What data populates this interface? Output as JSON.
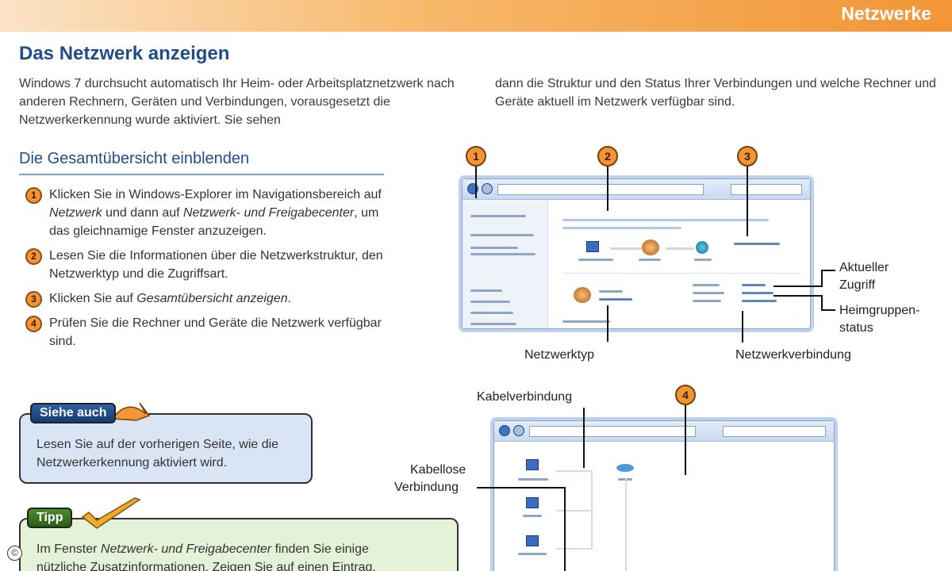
{
  "header": {
    "title": "Netzwerke"
  },
  "article": {
    "title": "Das Netzwerk anzeigen",
    "intro_left": "Windows 7 durchsucht automatisch Ihr Heim- oder Arbeitsplatznetzwerk nach anderen Rechnern, Geräten und Verbindungen, vorausgesetzt die Netzwerkerkennung wurde aktiviert. Sie sehen",
    "intro_right": "dann die Struktur und den Status Ihrer Verbindungen und welche Rechner und Geräte aktuell im Netzwerk verfügbar sind.",
    "subtitle": "Die Gesamtübersicht einblenden"
  },
  "steps": [
    {
      "num": "1",
      "a": "Klicken Sie in Windows-Explorer im Navigationsbereich auf ",
      "b": "Netzwerk",
      "c": " und dann auf ",
      "d": "Netzwerk- und Freigabecenter",
      "e": ", um das gleichnamige Fenster anzuzeigen."
    },
    {
      "num": "2",
      "a": "Lesen Sie die Informationen über die Netzwerkstruktur, den Netzwerktyp und die Zugriffsart."
    },
    {
      "num": "3",
      "a": "Klicken Sie auf ",
      "b": "Gesamtübersicht anzeigen",
      "c": "."
    },
    {
      "num": "4",
      "a": "Prüfen Sie die Rechner und Geräte die Netzwerk verfügbar sind."
    }
  ],
  "siehe_auch": {
    "tag": "Siehe auch",
    "text": "Lesen Sie auf der vorherigen Seite, wie die Netzwerkerkennung aktiviert wird."
  },
  "tipp": {
    "tag": "Tipp",
    "line1_a": "Im Fenster ",
    "line1_b": "Netzwerk- und Freigabecenter",
    "line1_c": " finden Sie einige",
    "line2": "nützliche Zusatzinformationen. Zeigen Sie auf einen Eintrag,"
  },
  "copyright": "©",
  "figure1": {
    "callouts": [
      "1",
      "2",
      "3"
    ],
    "labels": {
      "aktueller_zugriff": [
        "Aktueller",
        "Zugriff"
      ],
      "heimgruppen": [
        "Heimgruppen-",
        "status"
      ],
      "netzwerktyp": "Netzwerktyp",
      "netzwerkverbindung": "Netzwerkverbindung"
    }
  },
  "figure2": {
    "callout": "4",
    "labels": {
      "kabel": "Kabelverbindung",
      "kabellos": [
        "Kabellose",
        "Verbindung"
      ]
    }
  },
  "colors": {
    "accent_orange": "#f29536",
    "title_blue": "#1d4e89",
    "note_blue": "#d9e5f5",
    "tip_green": "#e4f2d8"
  }
}
